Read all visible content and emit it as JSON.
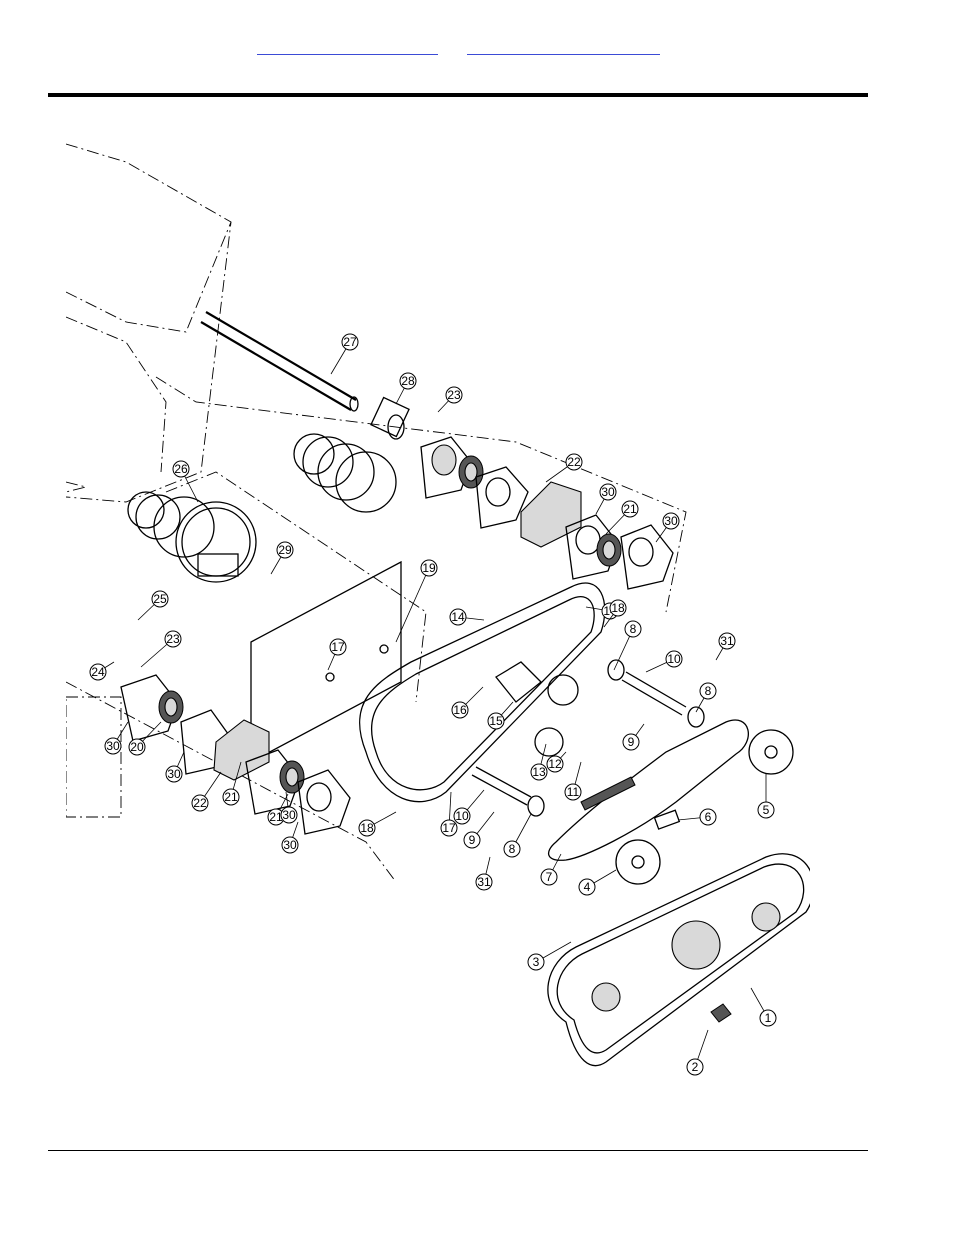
{
  "header": {
    "link_left": "",
    "link_right": ""
  },
  "diagram": {
    "callouts": [
      "1",
      "2",
      "3",
      "4",
      "5",
      "6",
      "7",
      "8",
      "8",
      "8",
      "9",
      "9",
      "10",
      "10",
      "11",
      "12",
      "13",
      "14",
      "14",
      "15",
      "16",
      "17",
      "17",
      "18",
      "18",
      "19",
      "20",
      "21",
      "21",
      "21",
      "22",
      "22",
      "23",
      "23",
      "24",
      "25",
      "26",
      "27",
      "28",
      "29",
      "30",
      "30",
      "30",
      "30",
      "30",
      "30",
      "31",
      "31"
    ]
  }
}
